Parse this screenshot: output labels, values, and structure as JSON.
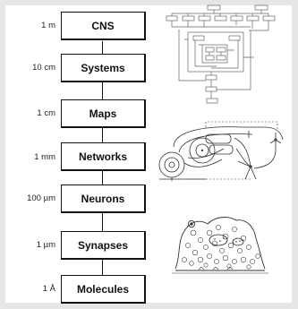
{
  "levels": [
    {
      "scale": "1 m",
      "label": "CNS"
    },
    {
      "scale": "10 cm",
      "label": "Systems"
    },
    {
      "scale": "1 cm",
      "label": "Maps"
    },
    {
      "scale": "1 mm",
      "label": "Networks"
    },
    {
      "scale": "100 µm",
      "label": "Neurons"
    },
    {
      "scale": "1 µm",
      "label": "Synapses"
    },
    {
      "scale": "1 Å",
      "label": "Molecules"
    }
  ]
}
